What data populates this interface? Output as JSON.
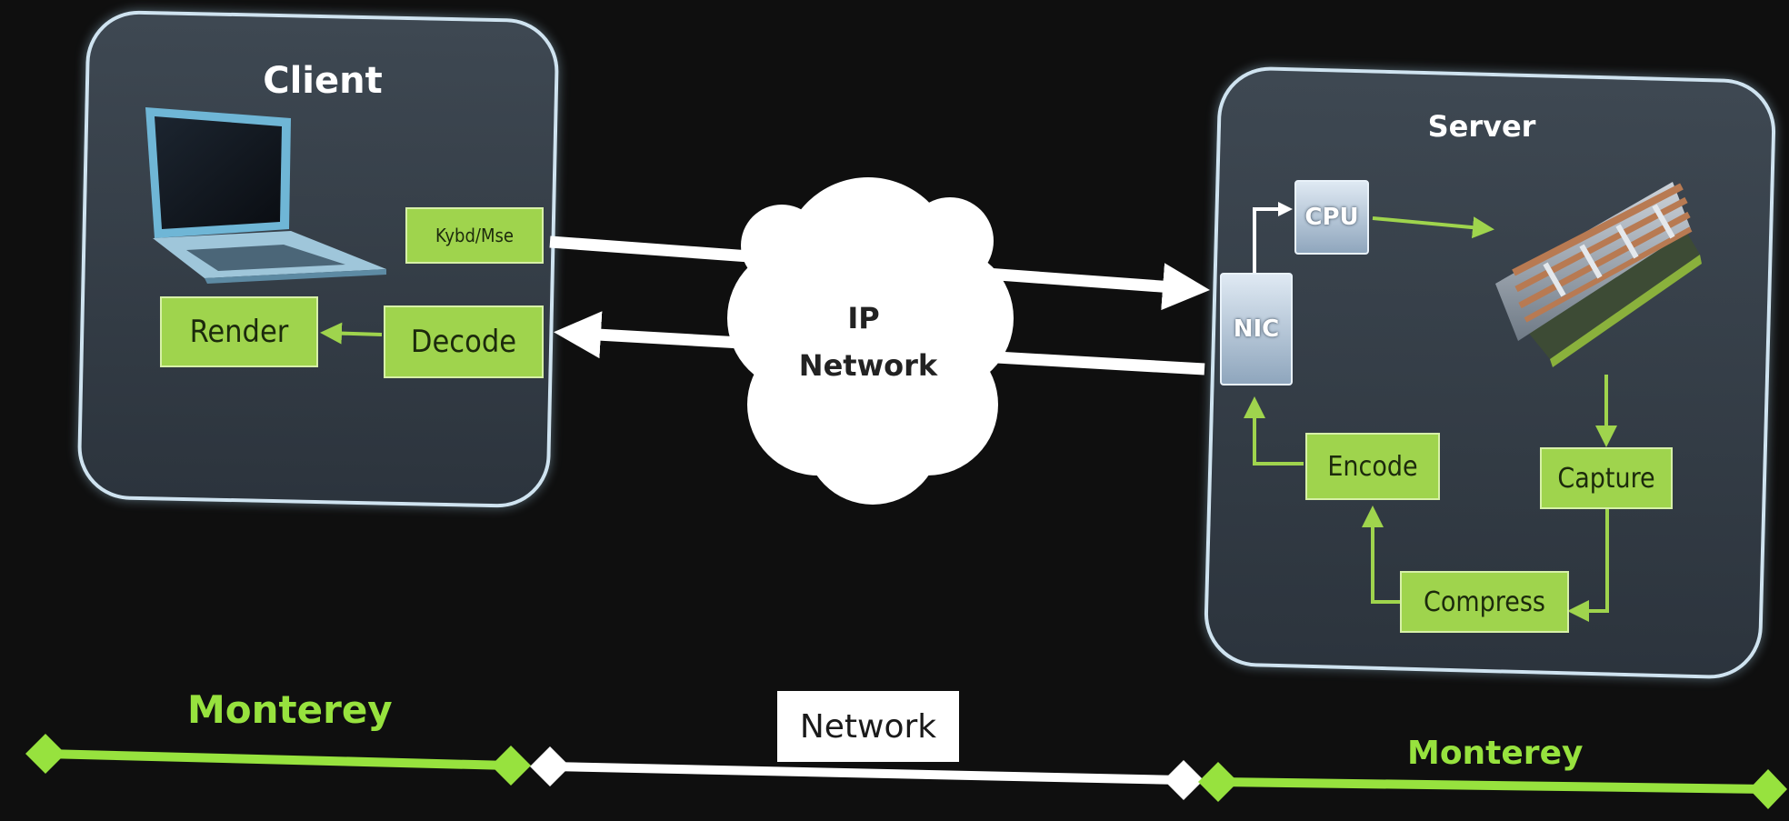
{
  "client": {
    "title": "Client",
    "kybd": "Kybd/Mse",
    "render": "Render",
    "decode": "Decode"
  },
  "network": {
    "cloud_line1": "IP",
    "cloud_line2": "Network"
  },
  "server": {
    "title": "Server",
    "cpu": "CPU",
    "nic": "NIC",
    "encode": "Encode",
    "capture": "Capture",
    "compress": "Compress"
  },
  "timeline": {
    "left_label": "Monterey",
    "middle_label": "Network",
    "right_label": "Monterey"
  },
  "colors": {
    "accent_green": "#9fd44d",
    "timeline_green": "#97e23e",
    "panel_border": "#cfe3f0",
    "background": "#0f0f0f"
  }
}
